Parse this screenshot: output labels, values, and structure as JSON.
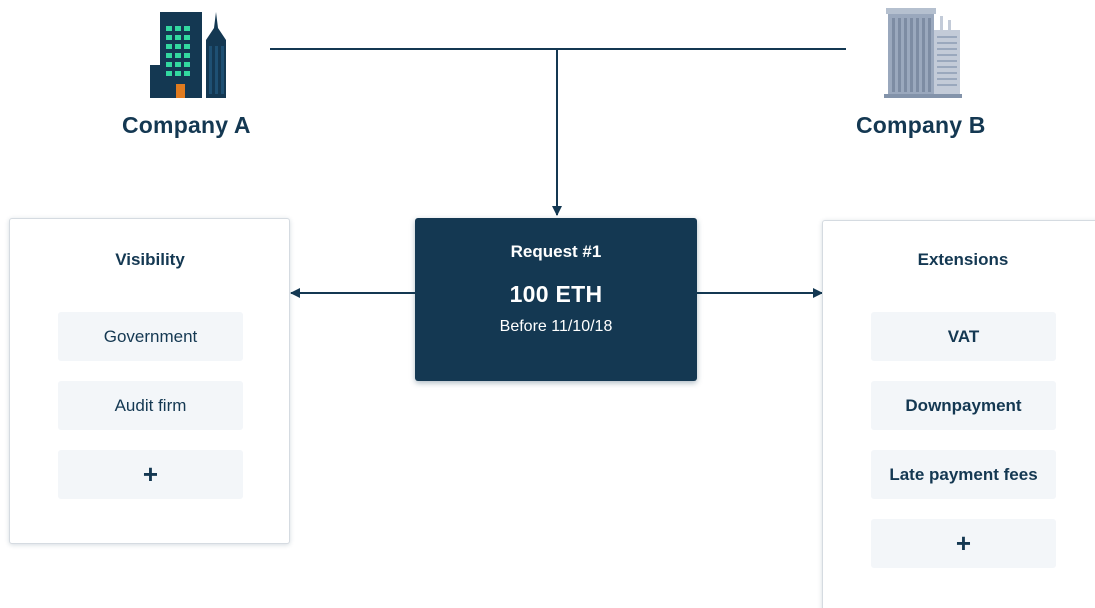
{
  "company_a": {
    "label": "Company A",
    "icon": "office-building-icon"
  },
  "company_b": {
    "label": "Company B",
    "icon": "skyscraper-icon"
  },
  "request": {
    "title": "Request #1",
    "amount": "100 ETH",
    "deadline": "Before 11/10/18"
  },
  "visibility": {
    "title": "Visibility",
    "items": [
      "Government",
      "Audit firm"
    ],
    "add_label": "+"
  },
  "extensions": {
    "title": "Extensions",
    "items": [
      "VAT",
      "Downpayment",
      "Late payment fees"
    ],
    "add_label": "+"
  },
  "colors": {
    "primary": "#143852",
    "chip_background": "#f3f6f9",
    "building_a_windows": "#33d9a0",
    "building_a_door": "#e07b1f",
    "building_b": "#9aa8bd"
  }
}
